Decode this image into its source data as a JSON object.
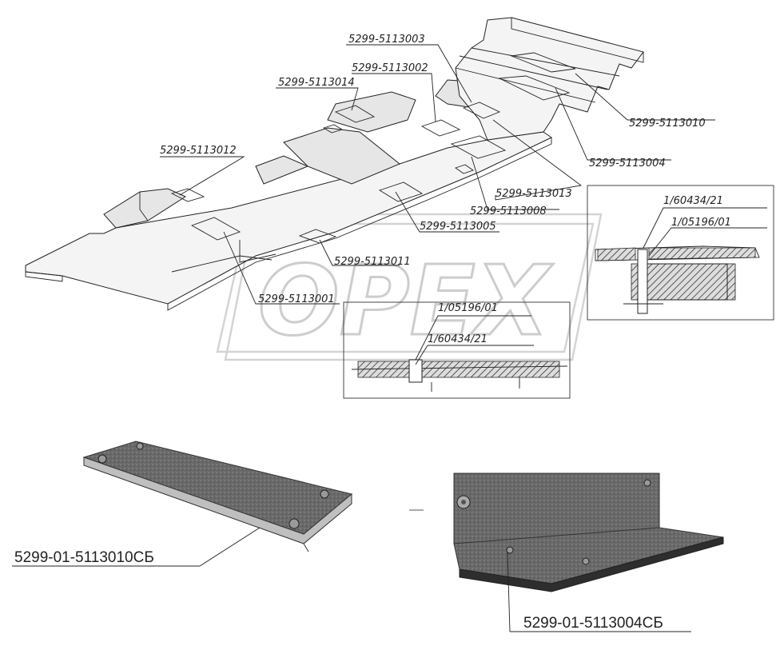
{
  "labels": {
    "p5113003": "5299-5113003",
    "p5113002": "5299-5113002",
    "p5113014": "5299-5113014",
    "p5113010": "5299-5113010",
    "p5113012": "5299-5113012",
    "p5113004": "5299-5113004",
    "p5113013": "5299-5113013",
    "p5113008": "5299-5113008",
    "p5113005": "5299-5113005",
    "p5113011": "5299-5113011",
    "p5113001": "5299-5113001"
  },
  "detail_right": {
    "label_a": "1/60434/21",
    "label_b": "1/05196/01"
  },
  "detail_bottom": {
    "label_a": "1/05196/01",
    "label_b": "1/60434/21"
  },
  "captions": {
    "assembly_left": "5299-01-5113010СБ",
    "assembly_right": "5299-01-5113004СБ"
  },
  "watermark": {
    "text": "OPEX"
  }
}
